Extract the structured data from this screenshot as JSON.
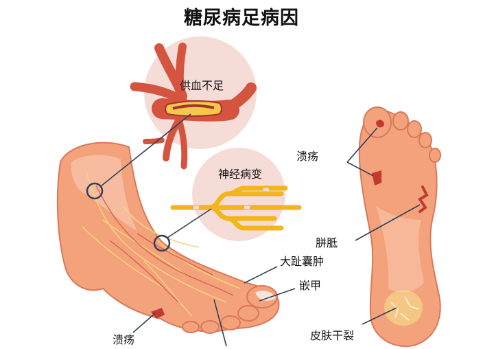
{
  "title": "糖尿病足病因",
  "labels": {
    "blood_supply": "供血不足",
    "neuropathy": "神经病变",
    "ulcer_right": "溃疡",
    "callus": "胼胝",
    "bunion": "大趾囊肿",
    "ingrown_nail": "嵌甲",
    "dry_skin": "皮肤干裂",
    "ulcer_left": "溃疡"
  },
  "colors": {
    "skin": "#f3a27c",
    "skin_light": "#f8c7ae",
    "skin_outline": "#d9785a",
    "vessel": "#d4543f",
    "bubble": "#f6dcd6",
    "nerve": "#f2b51c",
    "wound": "#c23a30"
  }
}
